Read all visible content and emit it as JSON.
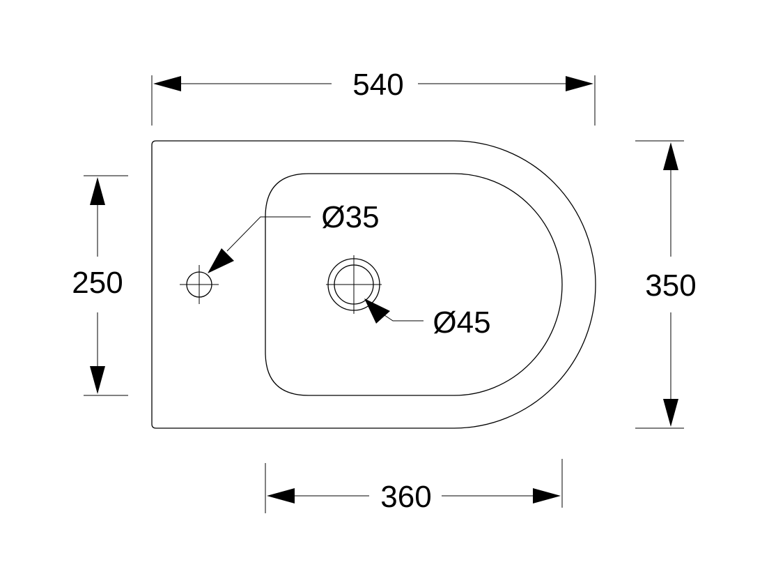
{
  "dimensions": {
    "width_overall": "540",
    "height_overall": "350",
    "bowl_height": "250",
    "bowl_width": "360"
  },
  "holes": {
    "tap_hole": "Ø35",
    "drain_hole": "Ø45"
  }
}
